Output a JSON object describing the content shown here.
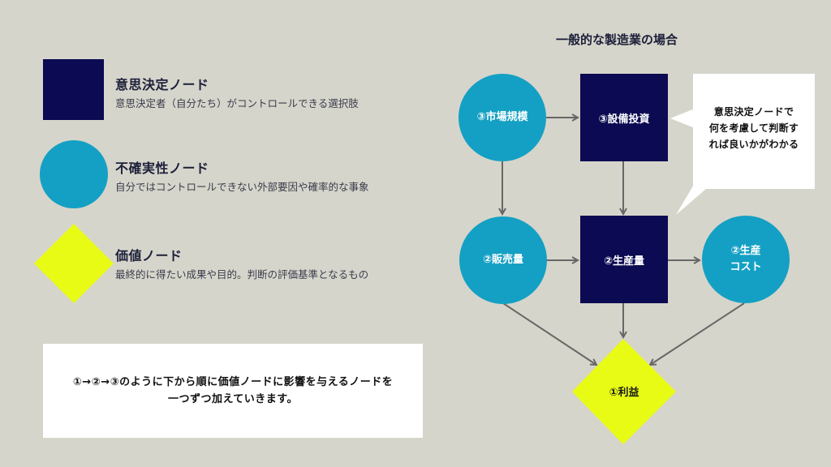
{
  "legend": {
    "decision": {
      "title": "意思決定ノード",
      "description": "意思決定者（自分たち）がコントロールできる選択肢",
      "shape": "square",
      "color": "#0b0a52"
    },
    "uncertainty": {
      "title": "不確実性ノード",
      "description": "自分ではコントロールできない外部要因や確率的な事象",
      "shape": "circle",
      "color": "#14a0c4"
    },
    "value": {
      "title": "価値ノード",
      "description": "最終的に得たい成果や目的。判断の評価基準となるもの",
      "shape": "diamond",
      "color": "#e8fb14"
    }
  },
  "note": {
    "line1": "①→②→③のように下から順に価値ノードに影響を与えるノードを",
    "line2": "一つずつ加えていきます。"
  },
  "diagram": {
    "title": "一般的な製造業の場合",
    "nodes": {
      "market_size": {
        "label": "③市場規模",
        "type": "uncertainty"
      },
      "capex": {
        "label": "③設備投資",
        "type": "decision"
      },
      "sales_volume": {
        "label": "②販売量",
        "type": "uncertainty"
      },
      "production_volume": {
        "label": "②生産量",
        "type": "decision"
      },
      "production_cost": {
        "label_line1": "②生産",
        "label_line2": "コスト",
        "type": "uncertainty"
      },
      "profit": {
        "label": "①利益",
        "type": "value"
      }
    },
    "edges": [
      {
        "from": "market_size",
        "to": "capex"
      },
      {
        "from": "market_size",
        "to": "sales_volume"
      },
      {
        "from": "capex",
        "to": "production_volume"
      },
      {
        "from": "sales_volume",
        "to": "production_volume"
      },
      {
        "from": "production_volume",
        "to": "production_cost"
      },
      {
        "from": "sales_volume",
        "to": "profit"
      },
      {
        "from": "production_volume",
        "to": "profit"
      },
      {
        "from": "production_cost",
        "to": "profit"
      }
    ],
    "callout": {
      "line1": "意思決定ノードで",
      "line2": "何を考慮して判断す",
      "line3": "れば良いかがわかる"
    }
  },
  "colors": {
    "background": "#d6d5cb",
    "decision": "#0b0a52",
    "uncertainty": "#14a0c4",
    "value": "#e8fb14",
    "arrow": "#676767"
  }
}
